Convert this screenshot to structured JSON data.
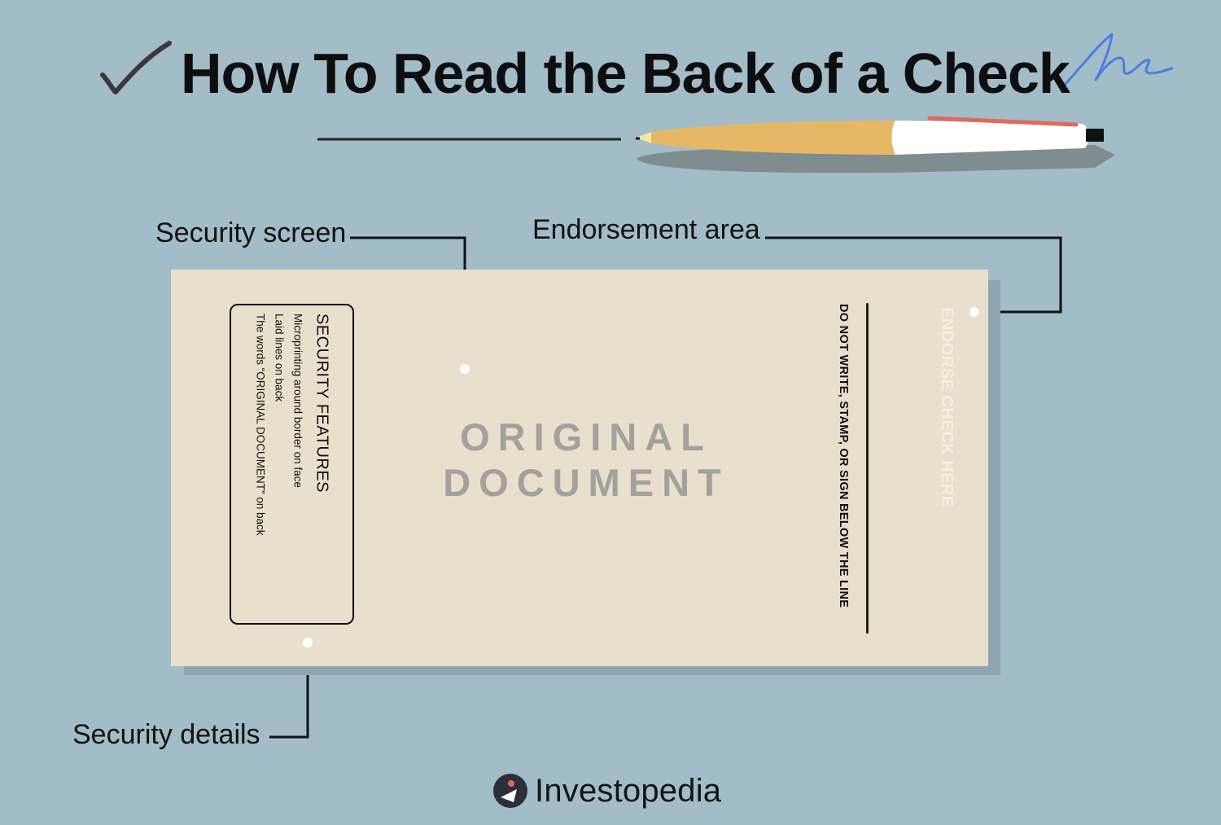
{
  "title": "How To Read the Back of a Check",
  "labels": {
    "security_screen": "Security screen",
    "endorsement_area": "Endorsement area",
    "security_details": "Security details"
  },
  "check": {
    "features_title": "SECURITY FEATURES",
    "features": [
      "Microprinting around border on face",
      "Laid lines on back",
      "The words “ORIGINAL DOCUMENT” on back"
    ],
    "watermark_line1": "ORIGINAL",
    "watermark_line2": "DOCUMENT",
    "no_write": "DO NOT WRITE, STAMP, OR SIGN BELOW THE LINE",
    "endorse_here": "ENDORSE CHECK HERE"
  },
  "logo": {
    "text": "Investopedia"
  },
  "icons": [
    "checkmark-icon",
    "signature-squiggle",
    "pen-icon",
    "investopedia-logo-icon"
  ],
  "colors": {
    "background": "#a2bcc8",
    "check_paper": "#e8e0cd",
    "pen_body": "#e6b865",
    "pen_cap": "#ffffff",
    "pen_clip": "#e06a5a",
    "signature": "#4a7fe0"
  }
}
